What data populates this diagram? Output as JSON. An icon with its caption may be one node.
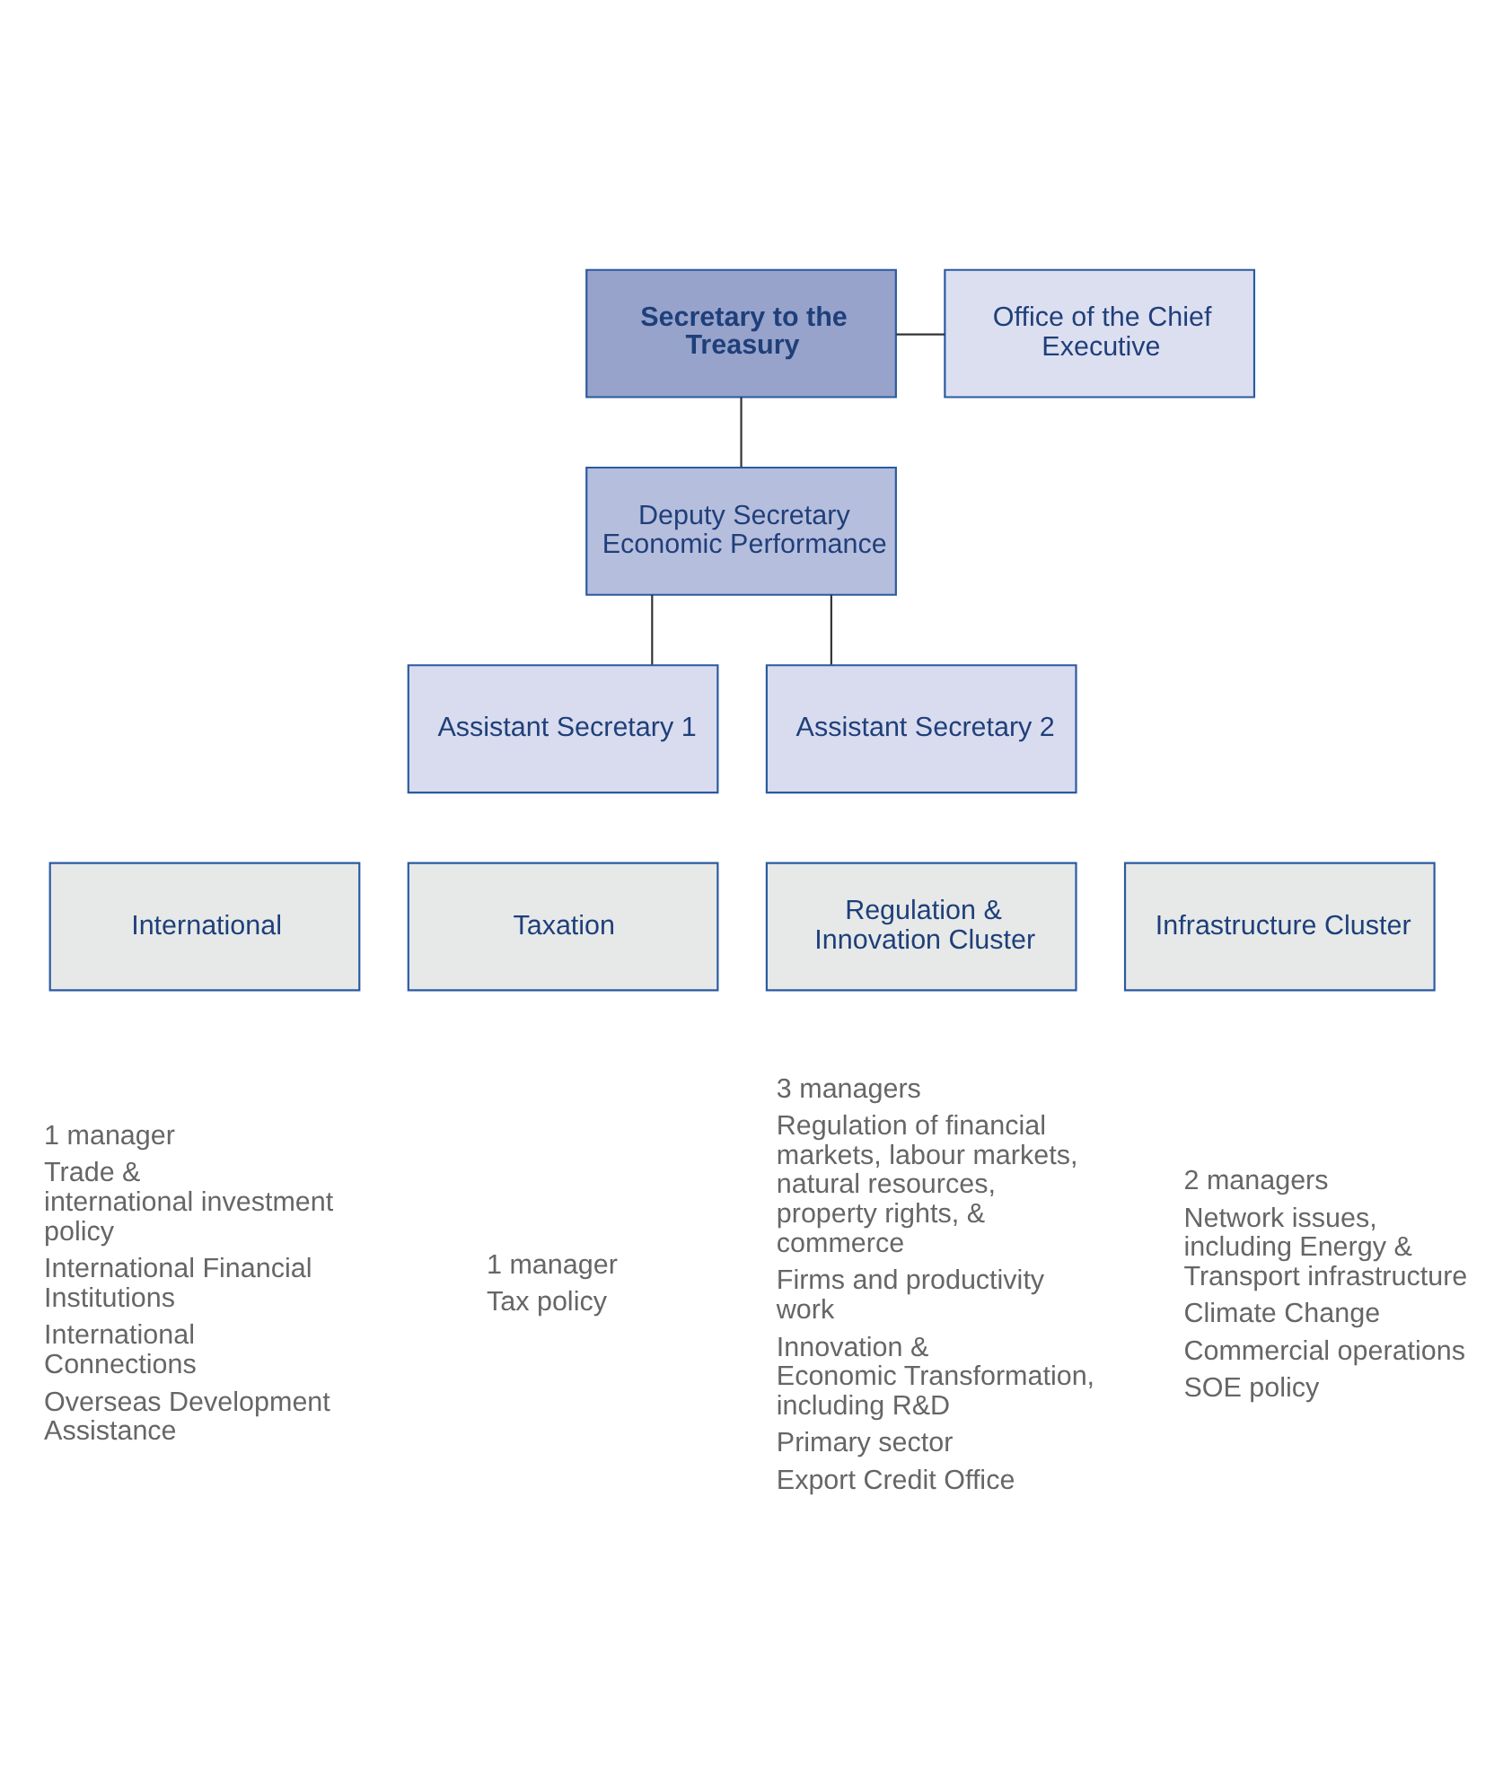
{
  "diagram": {
    "nodes": [
      {
        "text": [
          "Secretary to the Treasury"
        ]
      },
      {
        "text": [
          "Office of the Chief Executive"
        ]
      },
      {
        "text": [
          "Deputy Secretary Economic Performance"
        ]
      },
      {
        "text": [
          "Assistant Secretary 1"
        ]
      },
      {
        "text": [
          "Assistant Secretary 2"
        ]
      },
      {
        "text": [
          "International"
        ],
        "beside": [
          "1 manager",
          "Trade & international investment policy",
          "International Financial Institutions",
          "International Connections",
          "Overseas Development Assistance"
        ]
      },
      {
        "text": [
          "Taxation"
        ],
        "beside": [
          "1 manager",
          "Tax policy"
        ]
      },
      {
        "text": [
          "Regulation & Innovation Cluster"
        ],
        "beside": [
          "3 managers",
          "Regulation of financial markets, labour markets, natural resources, property rights, & commerce",
          "Firms and productivity work",
          "Innovation & Economic Transformation, including R&D",
          "Primary sector",
          "Export Credit Office"
        ]
      },
      {
        "text": [
          "Infrastructure Cluster"
        ],
        "beside": [
          "2 managers",
          "Network issues, including Energy & Transport infrastructure",
          "Climate Change",
          "Commercial operations",
          "SOE policy"
        ]
      }
    ],
    "edges": [
      {
        "from": 0,
        "to": 1,
        "arrow": "none"
      },
      {
        "from": 0,
        "to": 2,
        "arrow": "none"
      },
      {
        "from": 2,
        "to": 3,
        "arrow": "none"
      },
      {
        "from": 2,
        "to": 4,
        "arrow": "none"
      }
    ]
  }
}
